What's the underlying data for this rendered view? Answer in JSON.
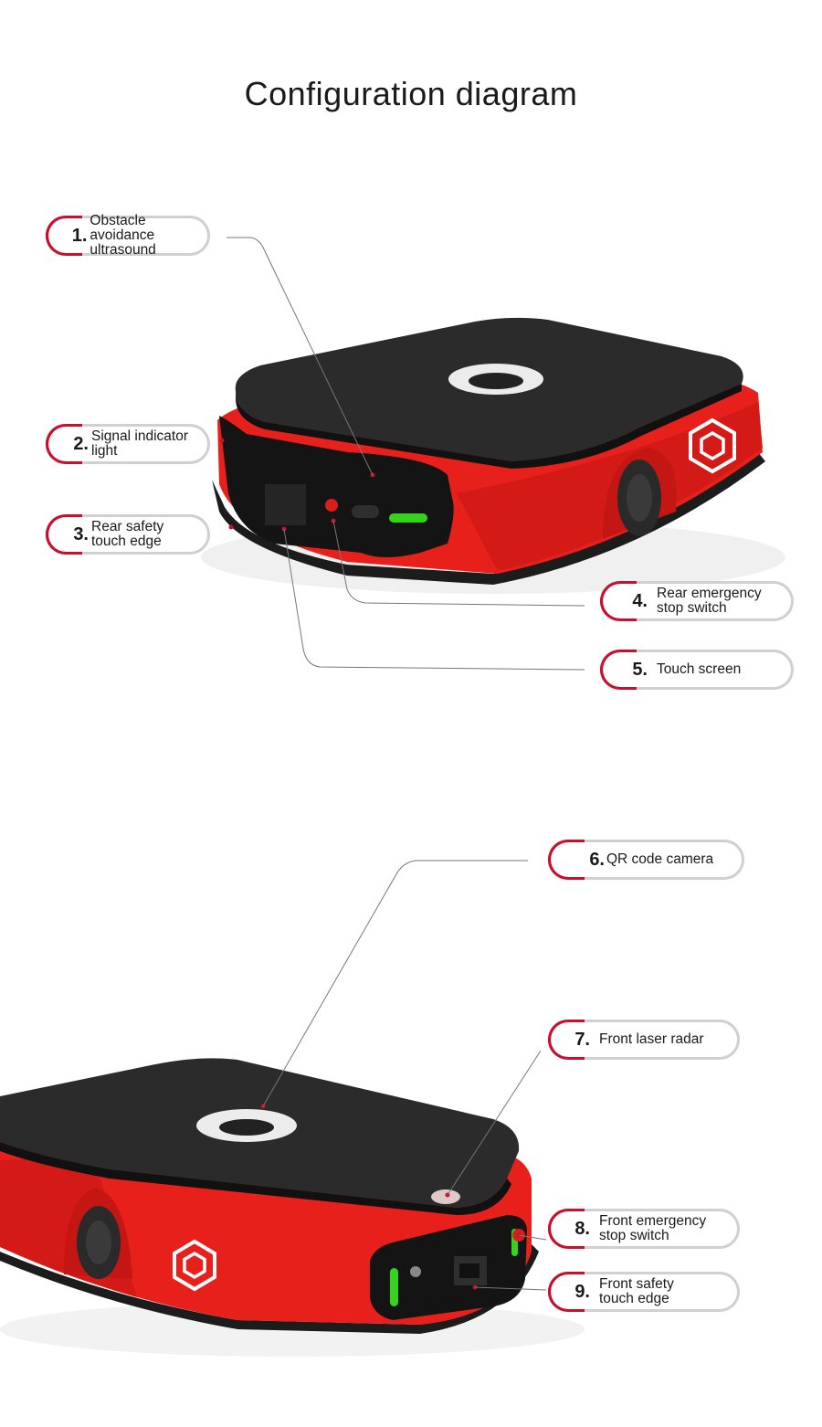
{
  "title": "Configuration diagram",
  "colors": {
    "accent": "#c8102e",
    "outline": "#d0d0d0",
    "robot_red": "#e8201c",
    "deck": "#2b2b2b",
    "leader": "#777777"
  },
  "callouts": [
    {
      "num": "1.",
      "label": "Obstacle avoidance\nultrasound"
    },
    {
      "num": "2.",
      "label": "Signal indicator\nlight"
    },
    {
      "num": "3.",
      "label": "Rear safety\ntouch edge"
    },
    {
      "num": "4.",
      "label": "Rear emergency\nstop switch"
    },
    {
      "num": "5.",
      "label": "Touch screen"
    },
    {
      "num": "6.",
      "label": "QR code camera"
    },
    {
      "num": "7.",
      "label": "Front laser radar"
    },
    {
      "num": "8.",
      "label": "Front emergency\nstop switch"
    },
    {
      "num": "9.",
      "label": "Front safety\ntouch edge"
    }
  ]
}
